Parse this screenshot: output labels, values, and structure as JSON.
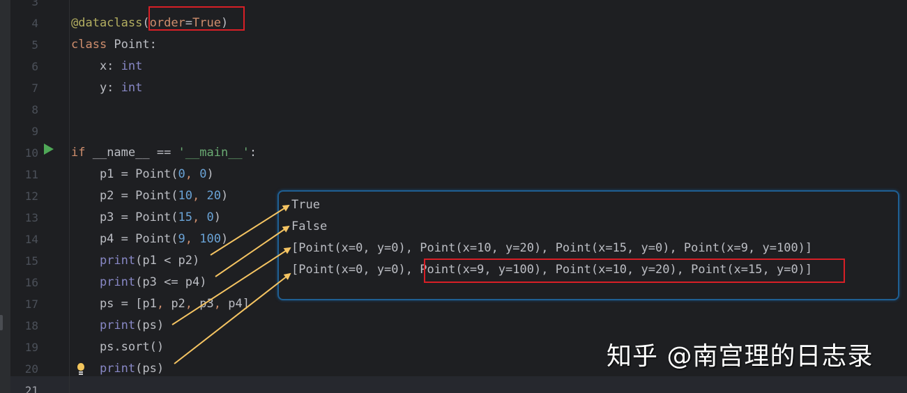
{
  "editor": {
    "language": "python",
    "current_line": 21,
    "lines": [
      {
        "n": "3",
        "tokens": []
      },
      {
        "n": "4",
        "tokens": [
          {
            "t": "@dataclass",
            "c": "deco"
          },
          {
            "t": "(",
            "c": ""
          },
          {
            "t": "order",
            "c": "kw"
          },
          {
            "t": "=",
            "c": ""
          },
          {
            "t": "True",
            "c": "kw"
          },
          {
            "t": ")",
            "c": ""
          }
        ]
      },
      {
        "n": "5",
        "tokens": [
          {
            "t": "class",
            "c": "kw"
          },
          {
            "t": " Point:",
            "c": ""
          }
        ]
      },
      {
        "n": "6",
        "tokens": [
          {
            "t": "    x: ",
            "c": ""
          },
          {
            "t": "int",
            "c": "bi"
          }
        ]
      },
      {
        "n": "7",
        "tokens": [
          {
            "t": "    y: ",
            "c": ""
          },
          {
            "t": "int",
            "c": "bi"
          }
        ]
      },
      {
        "n": "8",
        "tokens": []
      },
      {
        "n": "9",
        "tokens": []
      },
      {
        "n": "10",
        "tokens": [
          {
            "t": "if",
            "c": "kw"
          },
          {
            "t": " __name__ == ",
            "c": ""
          },
          {
            "t": "'__main__'",
            "c": "str"
          },
          {
            "t": ":",
            "c": ""
          }
        ]
      },
      {
        "n": "11",
        "tokens": [
          {
            "t": "    p1 = Point(",
            "c": ""
          },
          {
            "t": "0",
            "c": "num"
          },
          {
            "t": ", ",
            "c": "comma"
          },
          {
            "t": "0",
            "c": "num"
          },
          {
            "t": ")",
            "c": ""
          }
        ]
      },
      {
        "n": "12",
        "tokens": [
          {
            "t": "    p2 = Point(",
            "c": ""
          },
          {
            "t": "10",
            "c": "num"
          },
          {
            "t": ", ",
            "c": "comma"
          },
          {
            "t": "20",
            "c": "num"
          },
          {
            "t": ")",
            "c": ""
          }
        ]
      },
      {
        "n": "13",
        "tokens": [
          {
            "t": "    p3 = Point(",
            "c": ""
          },
          {
            "t": "15",
            "c": "num"
          },
          {
            "t": ", ",
            "c": "comma"
          },
          {
            "t": "0",
            "c": "num"
          },
          {
            "t": ")",
            "c": ""
          }
        ]
      },
      {
        "n": "14",
        "tokens": [
          {
            "t": "    p4 = Point(",
            "c": ""
          },
          {
            "t": "9",
            "c": "num"
          },
          {
            "t": ", ",
            "c": "comma"
          },
          {
            "t": "100",
            "c": "num"
          },
          {
            "t": ")",
            "c": ""
          }
        ]
      },
      {
        "n": "15",
        "tokens": [
          {
            "t": "    ",
            "c": ""
          },
          {
            "t": "print",
            "c": "bi"
          },
          {
            "t": "(p1 < p2)",
            "c": ""
          }
        ]
      },
      {
        "n": "16",
        "tokens": [
          {
            "t": "    ",
            "c": ""
          },
          {
            "t": "print",
            "c": "bi"
          },
          {
            "t": "(p3 <= p4)",
            "c": ""
          }
        ]
      },
      {
        "n": "17",
        "tokens": [
          {
            "t": "    ps = [p1",
            "c": ""
          },
          {
            "t": ", ",
            "c": "comma"
          },
          {
            "t": "p2",
            "c": ""
          },
          {
            "t": ", ",
            "c": "comma"
          },
          {
            "t": "p3",
            "c": ""
          },
          {
            "t": ", ",
            "c": "comma"
          },
          {
            "t": "p4]",
            "c": ""
          }
        ]
      },
      {
        "n": "18",
        "tokens": [
          {
            "t": "    ",
            "c": ""
          },
          {
            "t": "print",
            "c": "bi"
          },
          {
            "t": "(ps)",
            "c": ""
          }
        ]
      },
      {
        "n": "19",
        "tokens": [
          {
            "t": "    ps.sort()",
            "c": ""
          }
        ]
      },
      {
        "n": "20",
        "tokens": [
          {
            "t": "    ",
            "c": ""
          },
          {
            "t": "print",
            "c": "bi"
          },
          {
            "t": "(ps)",
            "c": ""
          }
        ]
      },
      {
        "n": "21",
        "tokens": []
      }
    ]
  },
  "output": {
    "lines": [
      "True",
      "False",
      "[Point(x=0, y=0), Point(x=10, y=20), Point(x=15, y=0), Point(x=9, y=100)]",
      "[Point(x=0, y=0), Point(x=9, y=100), Point(x=10, y=20), Point(x=15, y=0)]"
    ]
  },
  "annotations": {
    "highlight_color": "#d81f26",
    "arrow_color": "#f5c462",
    "output_border_color": "#1f5f93"
  },
  "icons": {
    "run": "run-triangle-icon",
    "intention": "lightbulb-icon"
  },
  "watermark": "知乎 @南宫理的日志录"
}
